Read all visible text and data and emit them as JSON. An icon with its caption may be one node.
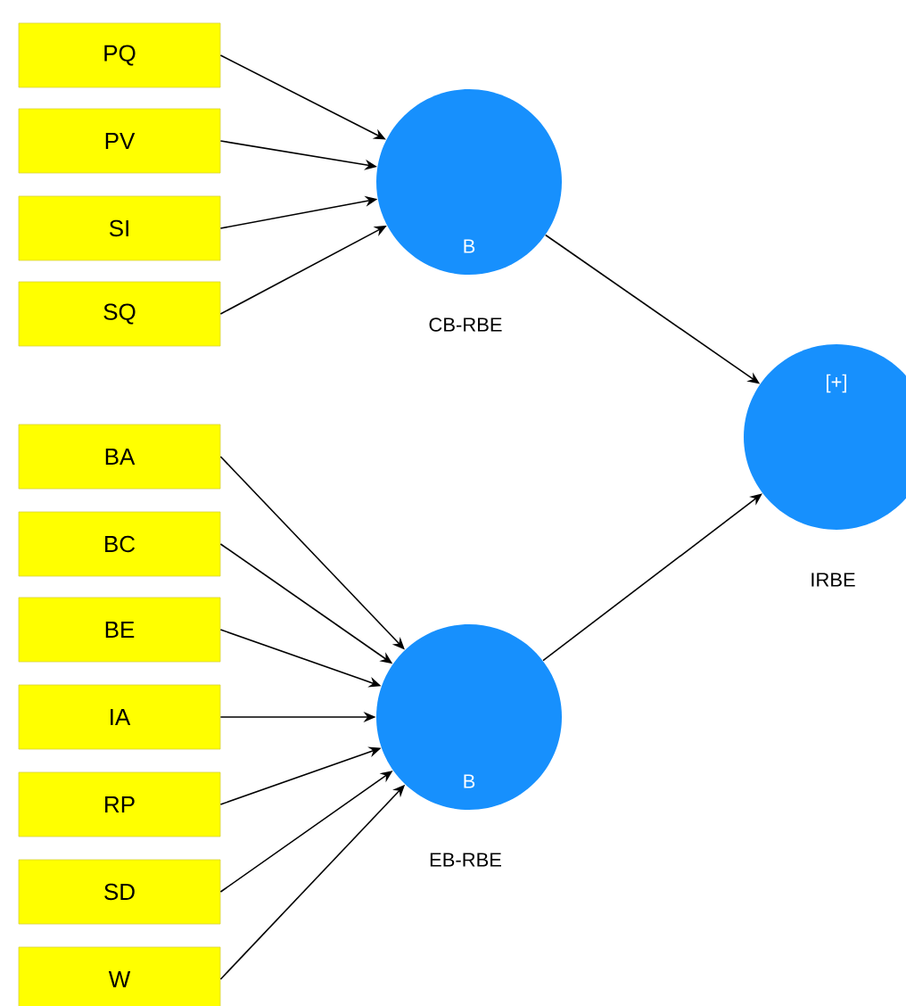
{
  "diagram": {
    "nodes": [
      {
        "text": [
          "PQ"
        ]
      },
      {
        "text": [
          "PV"
        ]
      },
      {
        "text": [
          "SI"
        ]
      },
      {
        "text": [
          "SQ"
        ]
      },
      {
        "text": [
          "B"
        ],
        "beside": [
          "CB-RBE"
        ]
      },
      {
        "text": [
          "BA"
        ]
      },
      {
        "text": [
          "BC"
        ]
      },
      {
        "text": [
          "BE"
        ]
      },
      {
        "text": [
          "IA"
        ]
      },
      {
        "text": [
          "RP"
        ]
      },
      {
        "text": [
          "SD"
        ]
      },
      {
        "text": [
          "W"
        ]
      },
      {
        "text": [
          "B"
        ],
        "beside": [
          "EB-RBE"
        ]
      },
      {
        "text": [
          "[+]"
        ],
        "beside": [
          "IRBE"
        ]
      }
    ],
    "edges": [
      {
        "from": 0,
        "to": 4,
        "arrow": "to"
      },
      {
        "from": 1,
        "to": 4,
        "arrow": "to"
      },
      {
        "from": 2,
        "to": 4,
        "arrow": "to"
      },
      {
        "from": 3,
        "to": 4,
        "arrow": "to"
      },
      {
        "from": 5,
        "to": 12,
        "arrow": "to"
      },
      {
        "from": 6,
        "to": 12,
        "arrow": "to"
      },
      {
        "from": 7,
        "to": 12,
        "arrow": "to"
      },
      {
        "from": 8,
        "to": 12,
        "arrow": "to"
      },
      {
        "from": 9,
        "to": 12,
        "arrow": "to"
      },
      {
        "from": 10,
        "to": 12,
        "arrow": "to"
      },
      {
        "from": 11,
        "to": 12,
        "arrow": "to"
      },
      {
        "from": 4,
        "to": 13,
        "arrow": "to"
      },
      {
        "from": 12,
        "to": 13,
        "arrow": "to"
      }
    ]
  }
}
